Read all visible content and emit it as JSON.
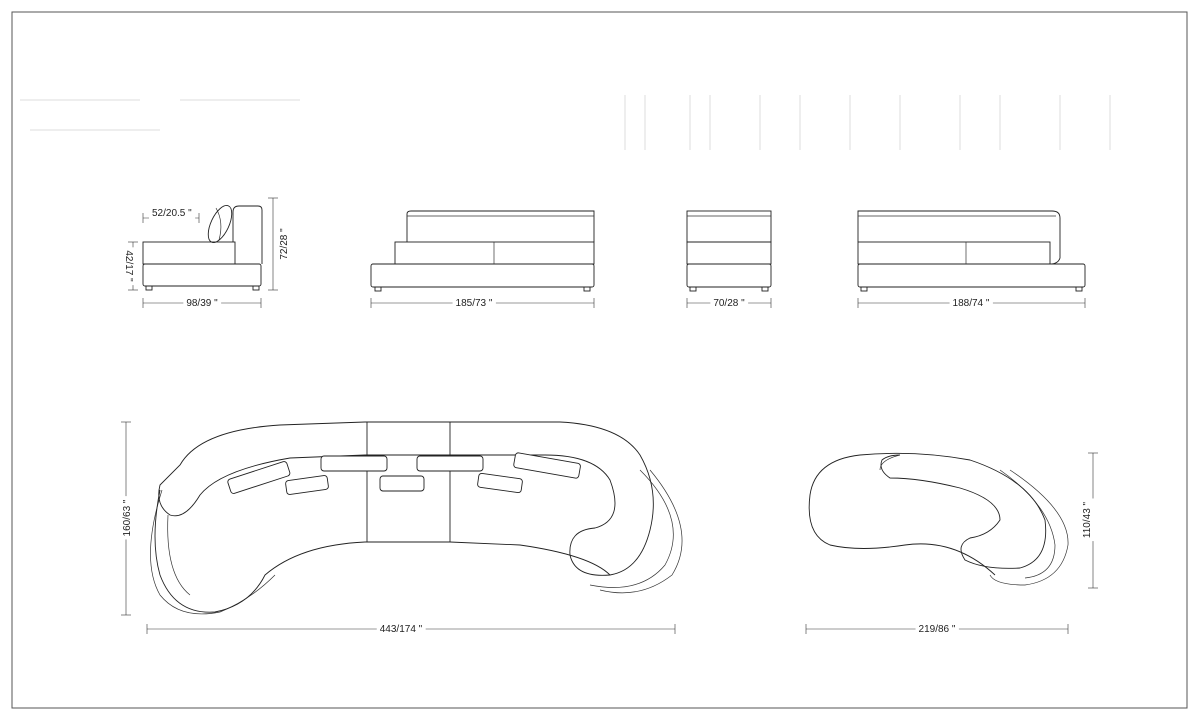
{
  "side_view": {
    "backrest_depth": "52/20.5 \"",
    "seat_height": "42/17 \"",
    "total_height": "72/28 \"",
    "depth": "98/39 \""
  },
  "front_view_left": {
    "width": "185/73 \""
  },
  "front_view_middle": {
    "width": "70/28 \""
  },
  "front_view_right": {
    "width": "188/74 \""
  },
  "top_view_large": {
    "depth": "160/63 \"",
    "width": "443/174 \""
  },
  "top_view_small": {
    "depth": "110/43 \"",
    "width": "219/86 \""
  }
}
